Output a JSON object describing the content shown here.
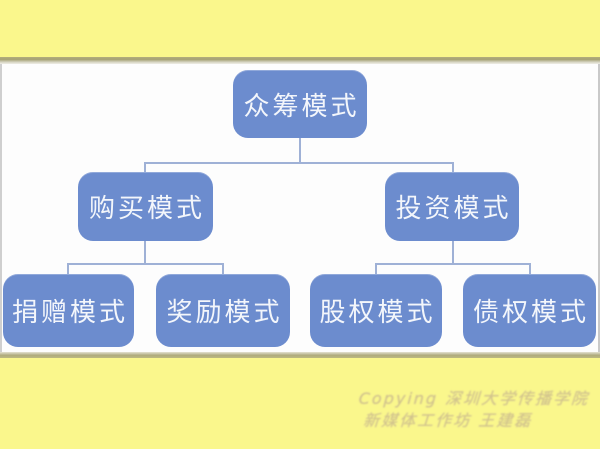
{
  "palette": {
    "background_yellow": "#FAF78C",
    "panel_white": "#FDFDFD",
    "node_blue": "#6C8CCE",
    "node_text": "#F3F6FB",
    "connector": "#9FB1D6",
    "edge_shadow": "#A5A172",
    "watermark_text": "#D2C48C"
  },
  "diagram": {
    "type": "hierarchy",
    "root": {
      "label": "众筹模式",
      "children": [
        {
          "label": "购买模式",
          "children": [
            {
              "label": "捐赠模式"
            },
            {
              "label": "奖励模式"
            }
          ]
        },
        {
          "label": "投资模式",
          "children": [
            {
              "label": "股权模式"
            },
            {
              "label": "债权模式"
            }
          ]
        }
      ]
    }
  },
  "watermark": {
    "line1": "Copying 深圳大学传播学院",
    "line2": "新媒体工作坊 王建磊"
  }
}
